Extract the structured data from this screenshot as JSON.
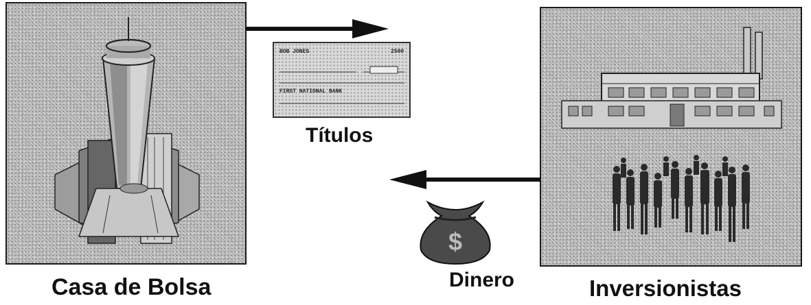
{
  "nodes": {
    "casa_de_bolsa": "Casa de Bolsa",
    "inversionistas": "Inversionistas"
  },
  "flows": {
    "titulos": "Títulos",
    "dinero": "Dinero"
  },
  "check": {
    "payee": "BOB JONES",
    "number": "2500",
    "memo_line": "FIRST NATIONAL BANK"
  },
  "icons": {
    "skyscraper": "skyscraper-illustration",
    "factory": "factory-illustration",
    "crowd": "crowd-illustration",
    "money_bag": "money-bag-dollar",
    "check": "check-document"
  },
  "colors": {
    "arrow": "#111111",
    "panel": "#bdbdbd"
  }
}
